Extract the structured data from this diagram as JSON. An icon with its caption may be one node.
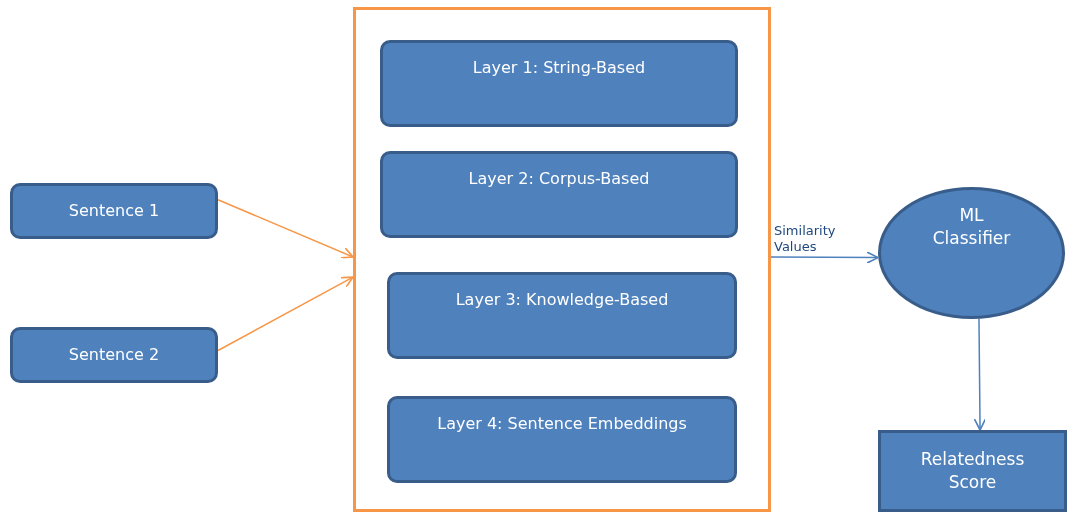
{
  "diagram": {
    "nodes": [
      {
        "text": [
          "Sentence 1"
        ]
      },
      {
        "text": [
          "Sentence 2"
        ]
      },
      {
        "text": [],
        "shape": "box"
      },
      {
        "text": [
          "Layer 1: String-Based"
        ],
        "in": 2
      },
      {
        "text": [
          "Layer 2: Corpus-Based"
        ],
        "in": 2
      },
      {
        "text": [
          "Layer 3: Knowledge-Based"
        ],
        "in": 2
      },
      {
        "text": [
          "Layer 4: Sentence Embeddings"
        ],
        "in": 2
      },
      {
        "text": [
          "ML Classifier"
        ]
      },
      {
        "text": [
          "Relatedness Score"
        ]
      }
    ],
    "edges": [
      {
        "from": 0,
        "to": 2,
        "arrow": "to",
        "color": "#f79646"
      },
      {
        "from": 1,
        "to": 2,
        "arrow": "to",
        "color": "#f79646"
      },
      {
        "from": 2,
        "to": 7,
        "arrow": "to",
        "label": "Similarity Values",
        "color": "#4f81bd"
      },
      {
        "from": 7,
        "to": 8,
        "arrow": "to",
        "color": "#4f81bd"
      }
    ]
  }
}
